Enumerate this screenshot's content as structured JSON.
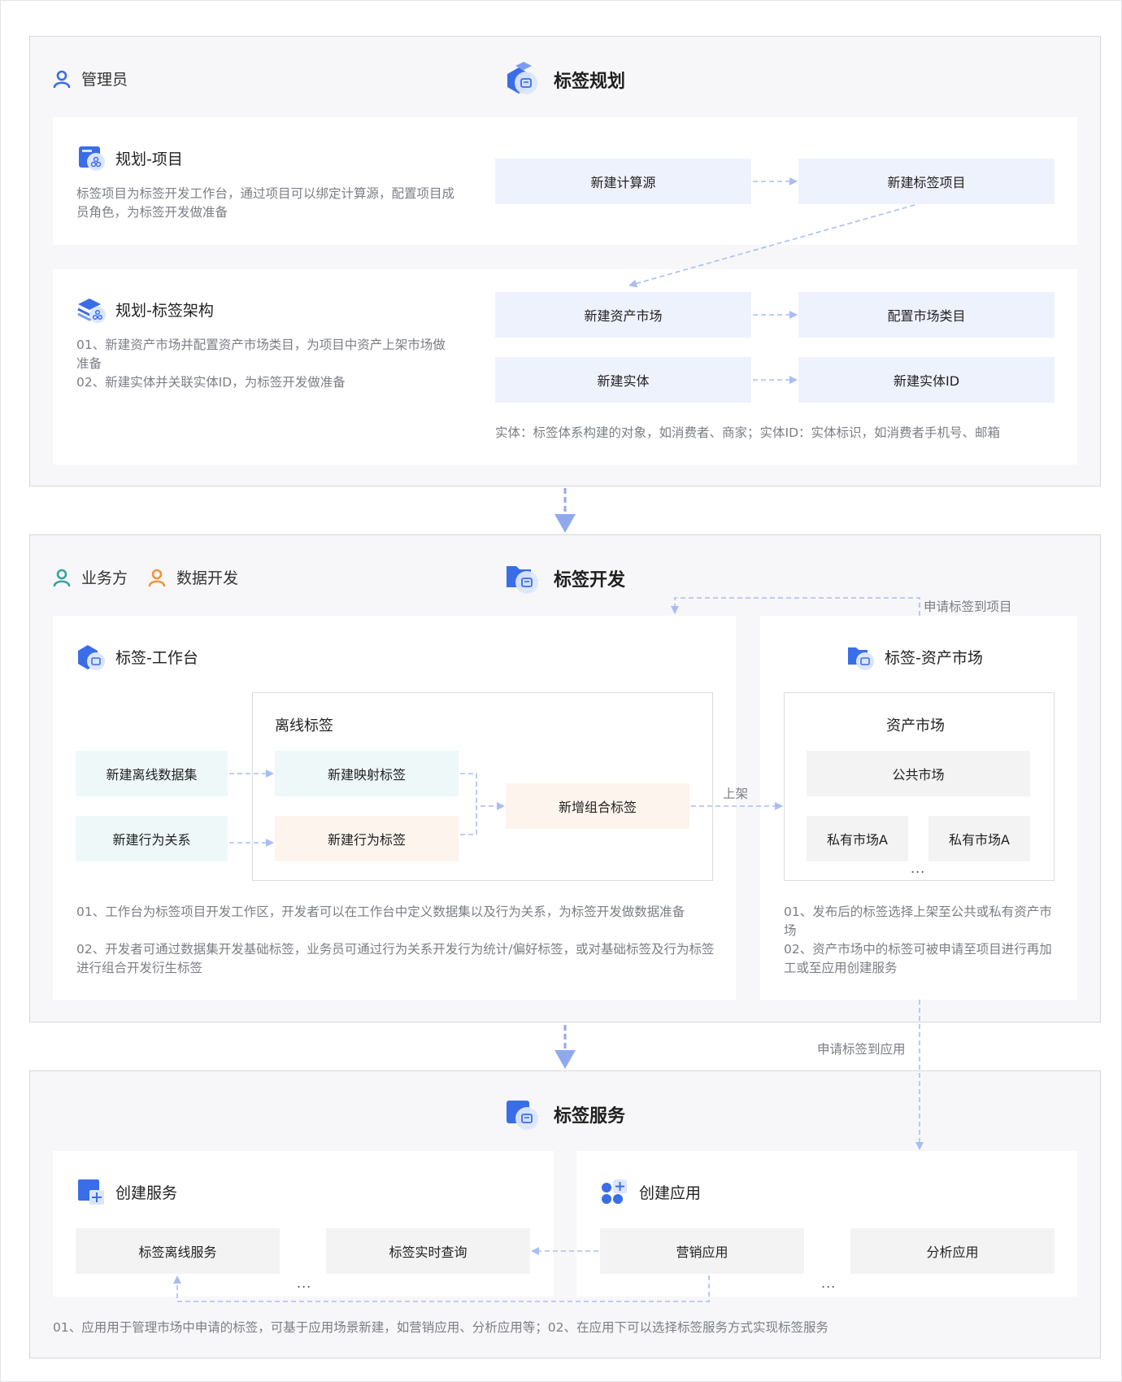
{
  "planning": {
    "role": "管理员",
    "title": "标签规划",
    "project": {
      "title": "规划-项目",
      "desc": "标签项目为标签开发工作台，通过项目可以绑定计算源，配置项目成员角色，为标签开发做准备",
      "nodes": [
        "新建计算源",
        "新建标签项目"
      ]
    },
    "architecture": {
      "title": "规划-标签架构",
      "desc_lines": [
        "01、新建资产市场并配置资产市场类目，为项目中资产上架市场做准备",
        "02、新建实体并关联实体ID，为标签开发做准备"
      ],
      "nodes": [
        "新建资产市场",
        "配置市场类目",
        "新建实体",
        "新建实体ID"
      ],
      "note": "实体：标签体系构建的对象，如消费者、商家；实体ID：实体标识，如消费者手机号、邮箱"
    }
  },
  "development": {
    "roles": [
      "业务方",
      "数据开发"
    ],
    "title": "标签开发",
    "apply_to_project": "申请标签到项目",
    "workbench": {
      "title": "标签-工作台",
      "offline_box_title": "离线标签",
      "nodes": {
        "dataset": "新建离线数据集",
        "relation": "新建行为关系",
        "mapping": "新建映射标签",
        "behavior": "新建行为标签",
        "combo": "新增组合标签"
      },
      "listing_label": "上架",
      "desc_lines": [
        "01、工作台为标签项目开发工作区，开发者可以在工作台中定义数据集以及行为关系，为标签开发做数据准备",
        "02、开发者可通过数据集开发基础标签，业务员可通过行为关系开发行为统计/偏好标签，或对基础标签及行为标签进行组合开发衍生标签"
      ]
    },
    "market": {
      "title": "标签-资产市场",
      "box_title": "资产市场",
      "public": "公共市场",
      "private_a": "私有市场A",
      "private_b": "私有市场A",
      "ellipsis": "...",
      "desc_lines": [
        "01、发布后的标签选择上架至公共或私有资产市场",
        "02、资产市场中的标签可被申请至项目进行再加工或至应用创建服务"
      ]
    }
  },
  "service": {
    "title": "标签服务",
    "apply_to_app": "申请标签到应用",
    "create_service": {
      "title": "创建服务",
      "nodes": [
        "标签离线服务",
        "标签实时查询"
      ],
      "ellipsis": "..."
    },
    "create_app": {
      "title": "创建应用",
      "nodes": [
        "营销应用",
        "分析应用"
      ],
      "ellipsis": "..."
    },
    "note": "01、应用用于管理市场中申请的标签，可基于应用场景新建，如营销应用、分析应用等；02、在应用下可以选择标签服务方式实现标签服务"
  },
  "colors": {
    "accent_blue": "#3a6de8",
    "role_teal": "#3aa39a",
    "role_orange": "#f0963c",
    "node_blue": "#eef2fd",
    "node_cyan": "#eef8f9",
    "node_peach": "#fdf4ed",
    "arrow": "#a9bdf5"
  }
}
